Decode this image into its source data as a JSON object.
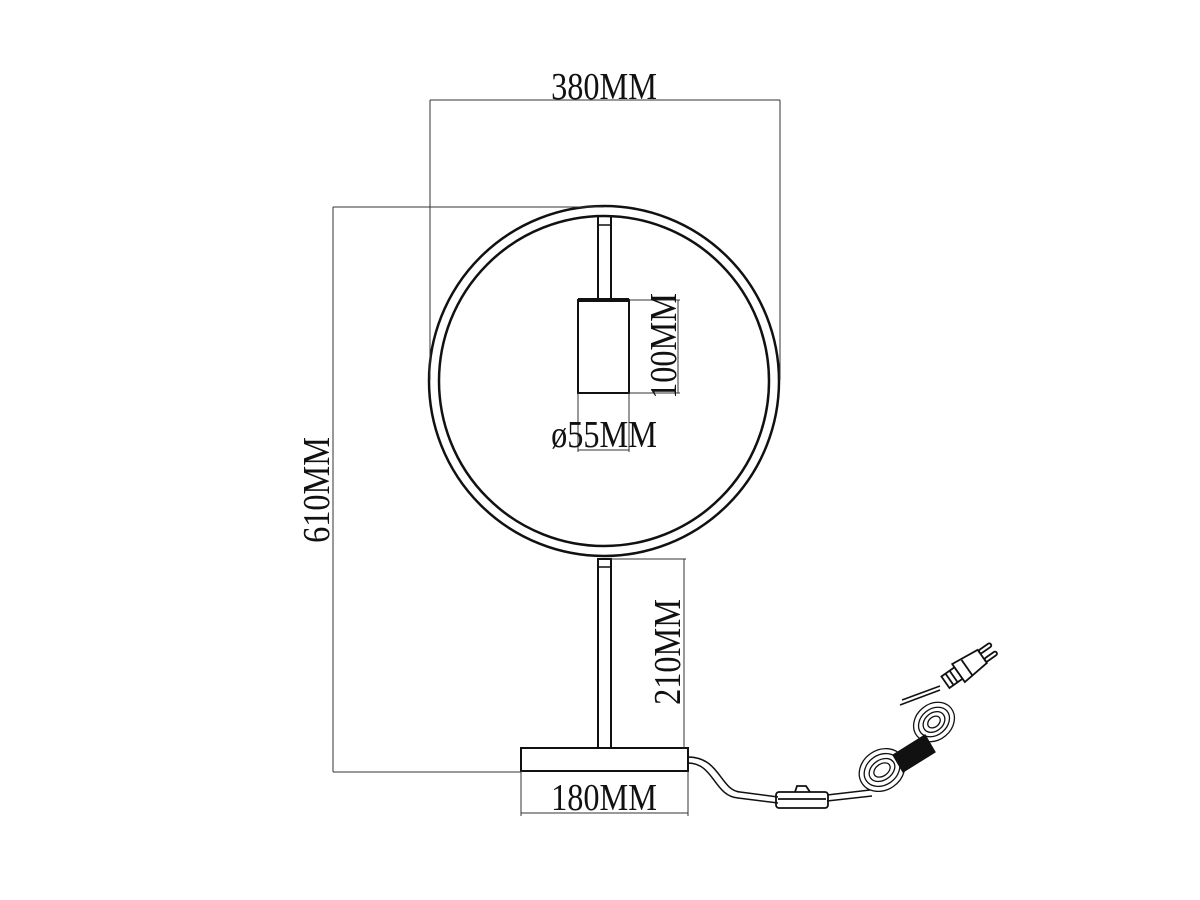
{
  "drawing": {
    "dimensions": {
      "width": "380MM",
      "height": "610MM",
      "socket_height": "100MM",
      "socket_diameter": "ø55MM",
      "stem_height": "210MM",
      "base_width": "180MM"
    },
    "line_color": "#111111"
  }
}
